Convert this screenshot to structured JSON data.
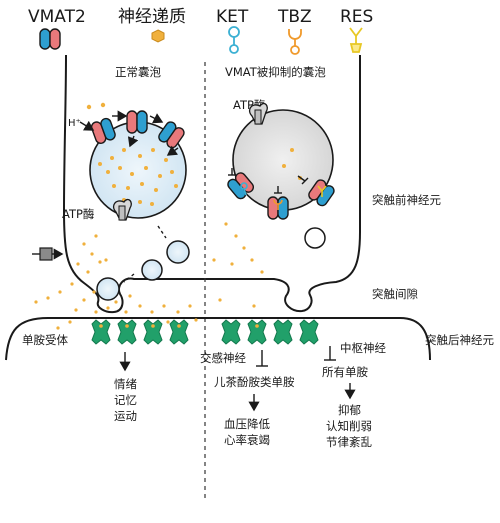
{
  "legend": {
    "vmat2": "VMAT2",
    "neurotransmitter": "神经递质",
    "ket": "KET",
    "tbz": "TBZ",
    "res": "RES"
  },
  "labels": {
    "normal_vesicle": "正常囊泡",
    "inhibited_vesicle": "VMAT被抑制的囊泡",
    "h_plus": "H⁺",
    "atpase_left": "ATP酶",
    "atpase_right": "ATP酶",
    "presynaptic": "突触前神经元",
    "synaptic_cleft": "突触间隙",
    "postsynaptic": "突触后神经元",
    "monoamine_receptor": "单胺受体",
    "emotion": "情绪",
    "memory": "记忆",
    "movement": "运动",
    "sympathetic": "交感神经",
    "catecholamine": "儿茶酚胺类单胺",
    "bp_low": "血压降低",
    "heart_failure": "心率衰竭",
    "cns": "中枢神经",
    "all_monoamines": "所有单胺",
    "depression": "抑郁",
    "cognitive": "认知削弱",
    "rhythm": "节律紊乱"
  },
  "colors": {
    "vmat_blue": "#2e9fd0",
    "vmat_red": "#e8797b",
    "dot_orange": "#f0b03c",
    "ket_cyan": "#3bb0d3",
    "tbz_orange": "#f09a2c",
    "res_yellow": "#e8c825",
    "receptor_green": "#21a06a",
    "vesicle_blue": "#d6e9f5",
    "vesicle_gray": "#e2e2e2"
  }
}
